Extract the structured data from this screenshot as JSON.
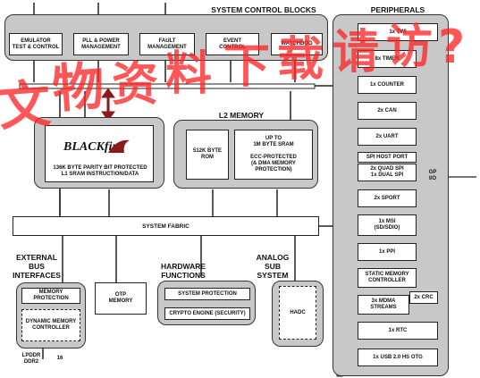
{
  "system_control": {
    "title": "SYSTEM CONTROL BLOCKS",
    "blocks": [
      "EMULATOR\nTEST & CONTROL",
      "PLL & POWER\nMANAGEMENT",
      "FAULT\nMANAGEMENT",
      "EVENT\nCONTROL",
      "WATCHDOG"
    ]
  },
  "core": {
    "logo_text": "BLACKfin",
    "l1_label": "136K BYTE PARITY BIT PROTECTED\nL1 SRAM INSTRUCTION/DATA"
  },
  "l2": {
    "title": "L2 MEMORY",
    "rom": "512K BYTE\nROM",
    "sram": "UP TO\n1M BYTE SRAM\n\nECC-PROTECTED\n(& DMA MEMORY\nPROTECTION)"
  },
  "system_fabric": "SYSTEM FABRIC",
  "ext_bus": {
    "title": "EXTERNAL\nBUS\nINTERFACES",
    "mem_protection": "MEMORY\nPROTECTION",
    "dmc": "DYNAMIC MEMORY\nCONTROLLER",
    "ddr_label": "LPDDR\nDDR2",
    "ddr_width": "16"
  },
  "otp": "OTP\nMEMORY",
  "hw_functions": {
    "title": "HARDWARE\nFUNCTIONS",
    "items": [
      "SYSTEM PROTECTION",
      "CRYPTO ENGINE (SECURITY)"
    ]
  },
  "analog": {
    "title": "ANALOG\nSUB\nSYSTEM",
    "hadc": "HADC"
  },
  "peripherals": {
    "title": "PERIPHERALS",
    "gpio": "GP\nI/O",
    "items": [
      "1x TWI",
      "8x TIMER",
      "1x COUNTER",
      "2x CAN",
      "2x UART",
      "SPI HOST PORT",
      "2x QUAD SPI\n1x DUAL SPI",
      "2x SPORT",
      "1x MSI\n(SD/SDIO)",
      "1x PPI",
      "STATIC MEMORY\nCONTROLLER",
      "3x MDMA\nSTREAMS",
      "2x CRC",
      "1x RTC",
      "1x USB 2.0 HS OTG"
    ]
  },
  "colors": {
    "gray_fill": "#c8c8c8",
    "accent_arrow": "#8b1a1a",
    "watermark": "#ff2020"
  }
}
